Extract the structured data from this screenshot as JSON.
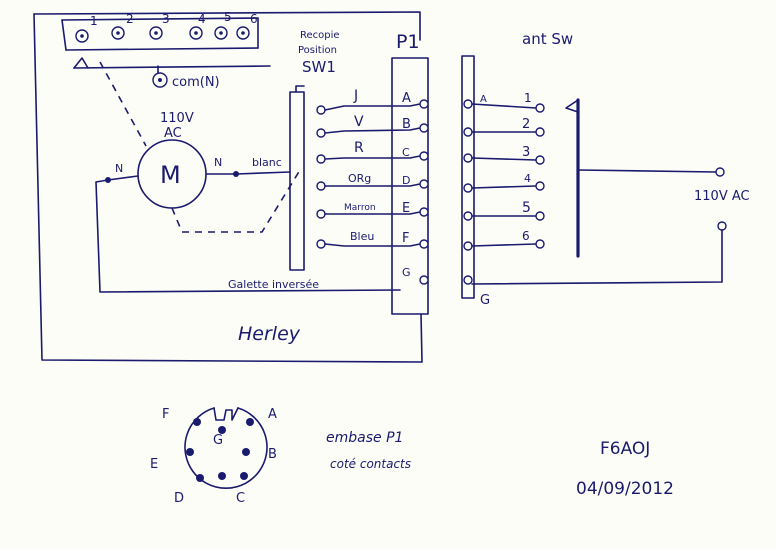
{
  "header": {
    "rotator_box_label": "Herley",
    "feedback_label_line1": "Recopie",
    "feedback_label_line2": "Position",
    "feedback_label_line3": "SW1",
    "p1_label": "P1",
    "ant_sw_label": "ant Sw",
    "ac_label_right": "110V AC",
    "signature": "F6AOJ",
    "date": "04/09/2012"
  },
  "rotator": {
    "position_numbers": [
      "1",
      "2",
      "3",
      "4",
      "5",
      "6"
    ],
    "com_label": "com(N)",
    "motor_letter": "M",
    "motor_voltage_line1": "110V",
    "motor_voltage_line2": "AC",
    "neutral_left": "N",
    "neutral_right": "N",
    "blanc_label": "blanc",
    "galette_label": "Galette inversée"
  },
  "wires": [
    {
      "color": "J",
      "pin": "A"
    },
    {
      "color": "V",
      "pin": "B"
    },
    {
      "color": "R",
      "pin": "C"
    },
    {
      "color": "ORg",
      "pin": "D"
    },
    {
      "color": "Marron",
      "pin": "E"
    },
    {
      "color": "Bleu",
      "pin": "F"
    },
    {
      "color": "",
      "pin": "G"
    }
  ],
  "ant_switch": {
    "left_pin_a": "A",
    "left_pin_g": "G",
    "outputs": [
      "1",
      "2",
      "3",
      "4",
      "5",
      "6"
    ]
  },
  "connector": {
    "title_line1": "embase P1",
    "title_line2": "coté contacts",
    "pins": [
      "A",
      "B",
      "C",
      "D",
      "E",
      "F",
      "G"
    ]
  }
}
